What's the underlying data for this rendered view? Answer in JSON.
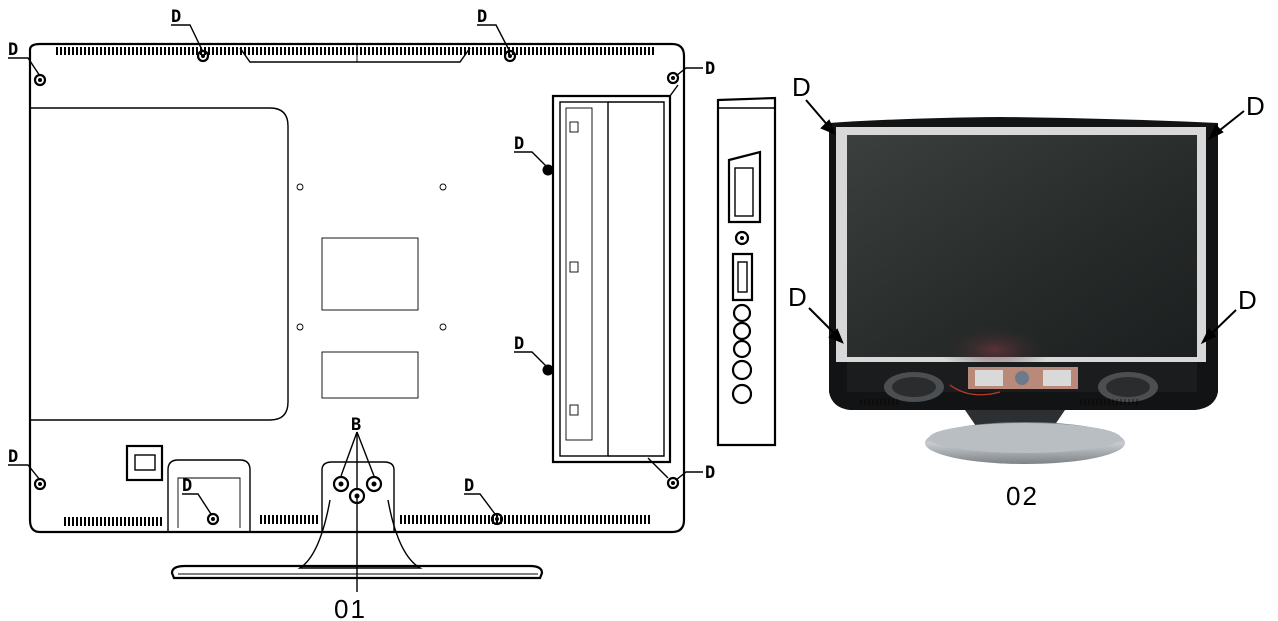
{
  "figure_01": {
    "caption": "01",
    "screw_label": "D",
    "stand_label": "B"
  },
  "figure_02": {
    "caption": "02",
    "screw_label": "D"
  },
  "colors": {
    "line": "#000000",
    "panel_dark": "#2b2f2e",
    "bezel": "#111111",
    "frame": "#cfcfcf",
    "stand": "#9aa0a4"
  }
}
